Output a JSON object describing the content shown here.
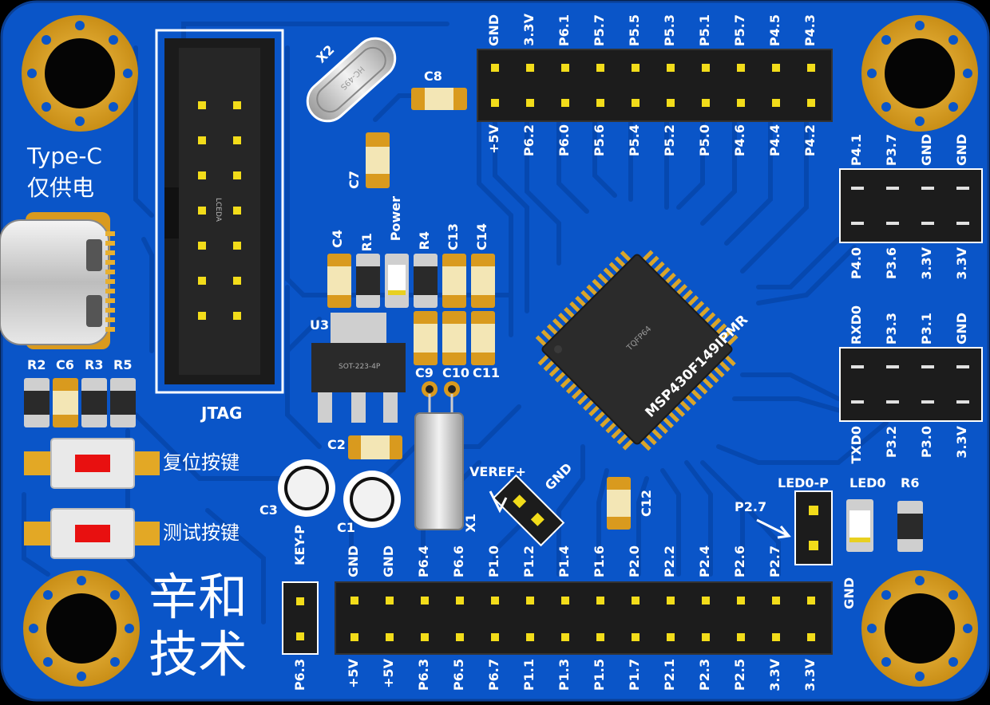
{
  "board": {
    "chip_part": "MSP430F149IPMR",
    "chip_package": "TQFP64",
    "jtag_label": "JTAG",
    "jtag_silk": "LCEDA",
    "crystal_x2": "X2",
    "crystal_x2_text": "HC-49S",
    "crystal_x1": "X1",
    "usb_title": "Type-C",
    "usb_note": "仅供电",
    "reset_button": "复位按键",
    "test_button": "测试按键",
    "brand_line1": "辛和",
    "brand_line2": "技术",
    "regulator": "U3",
    "regulator_text": "SOT-223-4P",
    "veref_label": "VEREF+",
    "veref_gnd": "GND",
    "p27_arrow_label": "P2.7",
    "led0p_label": "LED0-P",
    "led0_label": "LED0",
    "r6_label": "R6",
    "c12_label": "C12",
    "key_p_top": "KEY-P",
    "key_p_bottom": "P6.3",
    "bottom_right_gnd": "GND"
  },
  "components": {
    "c8": "C8",
    "c7": "C7",
    "c4": "C4",
    "r1": "R1",
    "power": "Power",
    "r4": "R4",
    "c13": "C13",
    "c14": "C14",
    "c9": "C9",
    "c10": "C10",
    "c11": "C11",
    "c2": "C2",
    "c3": "C3",
    "c1": "C1",
    "r2": "R2",
    "c6": "C6",
    "r3": "R3",
    "r5": "R5"
  },
  "top_header": {
    "top_labels": [
      "GND",
      "3.3V",
      "P6.1",
      "P5.7",
      "P5.5",
      "P5.3",
      "P5.1",
      "P5.7",
      "P4.5",
      "P4.3"
    ],
    "bottom_labels": [
      "+5V",
      "P6.2",
      "P6.0",
      "P5.6",
      "P5.4",
      "P5.2",
      "P5.0",
      "P4.6",
      "P4.4",
      "P4.2"
    ]
  },
  "right_header_1": {
    "top_labels": [
      "P4.1",
      "P3.7",
      "GND",
      "GND"
    ],
    "bottom_labels": [
      "P4.0",
      "P3.6",
      "3.3V",
      "3.3V"
    ]
  },
  "right_header_2": {
    "top_labels": [
      "RXD0",
      "P3.3",
      "P3.1",
      "GND"
    ],
    "bottom_labels": [
      "TXD0",
      "P3.2",
      "P3.0",
      "3.3V"
    ]
  },
  "bottom_header": {
    "top_labels": [
      "GND",
      "GND",
      "P6.4",
      "P6.6",
      "P1.0",
      "P1.2",
      "P1.4",
      "P1.6",
      "P2.0",
      "P2.2",
      "P2.4",
      "P2.6",
      "P2.7"
    ],
    "bottom_labels": [
      "+5V",
      "+5V",
      "P6.3",
      "P6.5",
      "P6.7",
      "P1.1",
      "P1.3",
      "P1.5",
      "P1.7",
      "P2.1",
      "P2.3",
      "P2.5",
      "3.3V",
      "3.3V"
    ]
  }
}
